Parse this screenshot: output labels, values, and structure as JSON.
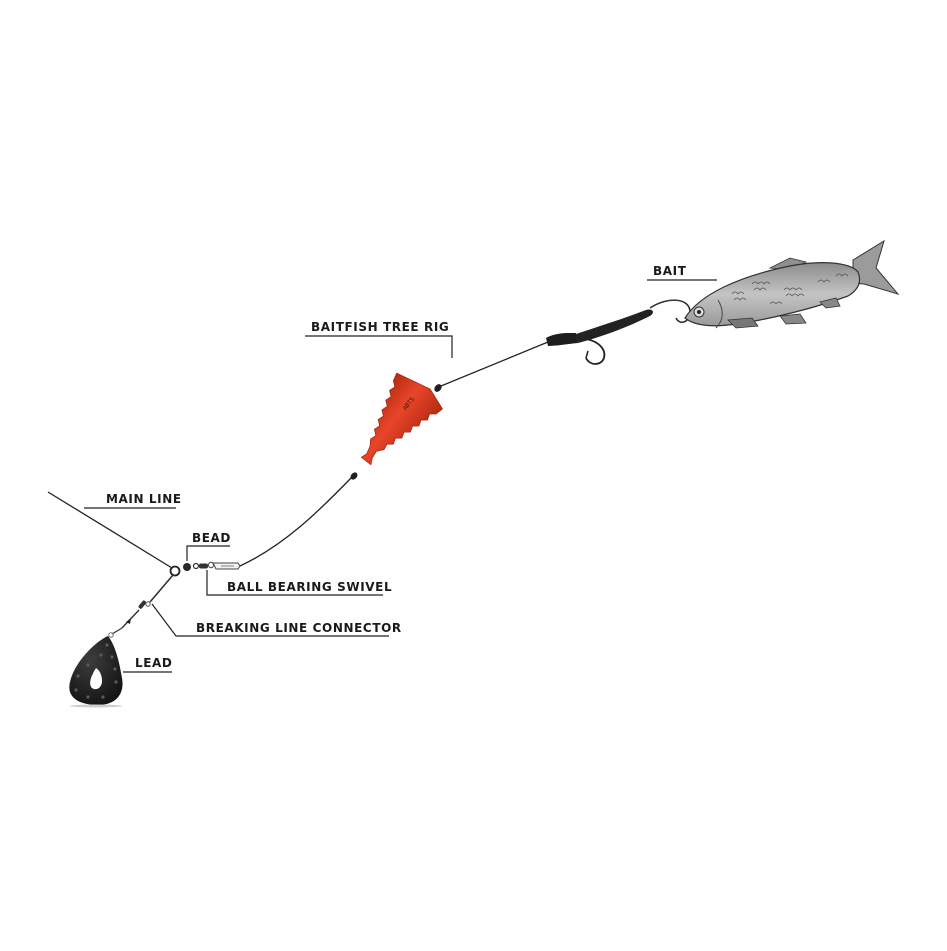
{
  "diagram": {
    "type": "fishing-rig",
    "labels": {
      "main_line": "MAIN LINE",
      "bead": "BEAD",
      "ball_bearing_swivel": "BALL BEARING SWIVEL",
      "breaking_line_connector": "BREAKING LINE CONNECTOR",
      "lead": "LEAD",
      "baitfish_tree_rig": "BAITFISH TREE RIG",
      "bait": "BAIT"
    },
    "colors": {
      "background": "#ffffff",
      "line": "#222222",
      "label_text": "#1a1a1a",
      "feeder": "#d9381e",
      "feeder_dark": "#a8260f",
      "lead": "#262626",
      "fish_body": "#a9a9a9",
      "fish_outline": "#333333"
    }
  }
}
